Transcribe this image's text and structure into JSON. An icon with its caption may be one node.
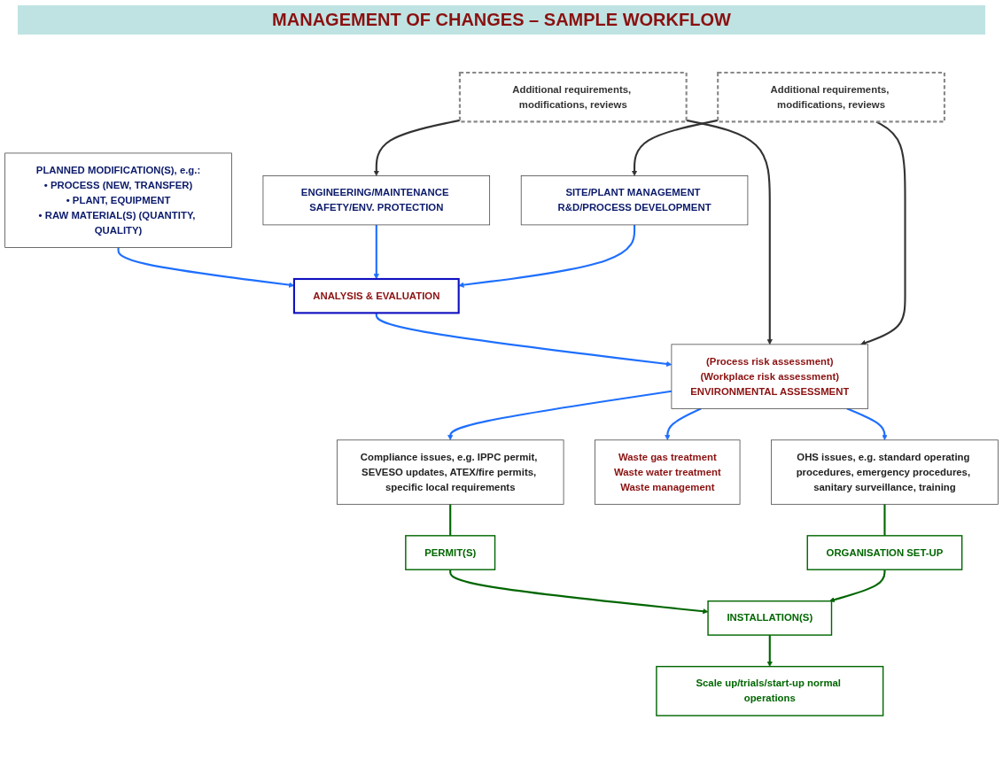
{
  "diagram": {
    "title": "MANAGEMENT OF CHANGES – SAMPLE WORKFLOW",
    "nodes": [
      {
        "text": [
          "PLANNED MODIFICATION(S), e.g.:",
          "• PROCESS (NEW, TRANSFER)",
          "• PLANT, EQUIPMENT",
          "• RAW MATERIAL(S) (QUANTITY, QUALITY)"
        ]
      },
      {
        "text": [
          "ENGINEERING/MAINTENANCE SAFETY/ENV. PROTECTION"
        ]
      },
      {
        "text": [
          "ANALYSIS & EVALUATION"
        ]
      },
      {
        "text": [
          "SITE/PLANT MANAGEMENT R&D/PROCESS DEVELOPMENT"
        ]
      },
      {
        "text": [
          "Additional requirements, modifications, reviews"
        ]
      },
      {
        "text": [
          "(Process risk assessment)",
          "(Workplace risk assessment)",
          "ENVIRONMENTAL ASSESSMENT"
        ]
      },
      {
        "text": [
          "Additional requirements, modifications, reviews"
        ]
      },
      {
        "text": [
          "Compliance issues, e.g. IPPC permit, SEVESO updates, ATEX/fire permits, specific local requirements"
        ]
      },
      {
        "text": [
          "Waste gas treatment",
          "Waste water treatment",
          "Waste management"
        ]
      },
      {
        "text": [
          "OHS issues, e.g. standard operating procedures, emergency procedures, sanitary surveillance, training"
        ]
      },
      {
        "text": [
          "PERMIT(S)"
        ]
      },
      {
        "text": [
          "INSTALLATION(S)"
        ]
      },
      {
        "text": [
          "ORGANISATION SET-UP"
        ]
      },
      {
        "text": [
          "Scale up/trials/start-up normal operations"
        ]
      }
    ],
    "edges": [
      {
        "from": 0,
        "to": 2,
        "arrow": "to"
      },
      {
        "from": 1,
        "to": 2,
        "arrow": "to"
      },
      {
        "from": 3,
        "to": 2,
        "arrow": "to"
      },
      {
        "from": 2,
        "to": 5,
        "arrow": "to"
      },
      {
        "from": 4,
        "to": 1,
        "arrow": "to",
        "color": "#333333"
      },
      {
        "from": 4,
        "to": 5,
        "arrow": "to",
        "color": "#333333"
      },
      {
        "from": 6,
        "to": 3,
        "arrow": "to",
        "color": "#333333"
      },
      {
        "from": 6,
        "to": 5,
        "arrow": "to",
        "color": "#333333"
      },
      {
        "from": 5,
        "to": 7,
        "arrow": "to"
      },
      {
        "from": 5,
        "to": 8,
        "arrow": "to"
      },
      {
        "from": 5,
        "to": 9,
        "arrow": "to"
      },
      {
        "from": 7,
        "to": 10,
        "arrow": "none",
        "color": "#006600"
      },
      {
        "from": 9,
        "to": 12,
        "arrow": "none",
        "color": "#006600"
      },
      {
        "from": 10,
        "to": 11,
        "arrow": "to",
        "color": "#006600"
      },
      {
        "from": 12,
        "to": 11,
        "arrow": "to",
        "color": "#006600"
      },
      {
        "from": 11,
        "to": 13,
        "arrow": "to",
        "color": "#006600"
      }
    ]
  }
}
